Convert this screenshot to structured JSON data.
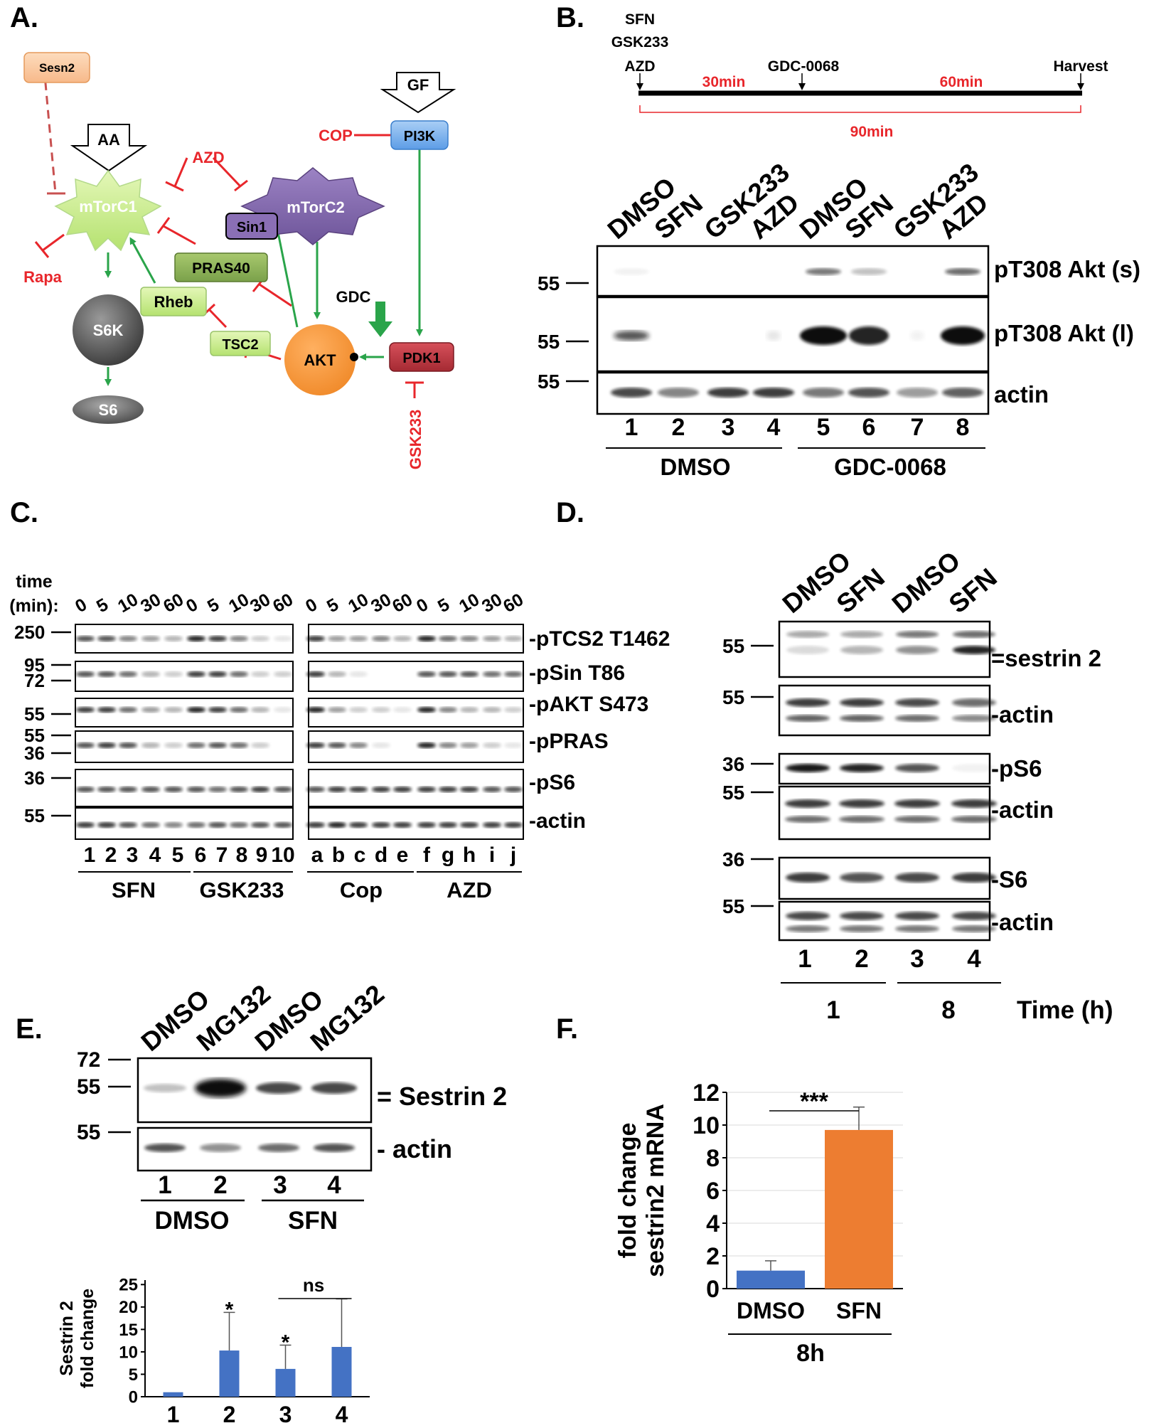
{
  "panels": {
    "A": {
      "label": "A.",
      "nodes": {
        "sesn2": "Sesn2",
        "aa": "AA",
        "gf": "GF",
        "azd": "AZD",
        "cop": "COP",
        "pi3k": "PI3K",
        "mtorc1": "mTorC1",
        "mtorc2": "mTorC2",
        "sin1": "Sin1",
        "rapa": "Rapa",
        "pras40": "PRAS40",
        "gdc": "GDC",
        "rheb": "Rheb",
        "s6k": "S6K",
        "tsc2": "TSC2",
        "akt": "AKT",
        "pdk1": "PDK1",
        "s6": "S6",
        "gsk233": "GSK233"
      },
      "colors": {
        "activation": "#2aa44a",
        "inhibition": "#e8262b",
        "label_red": "#e8262b"
      }
    },
    "B": {
      "label": "B.",
      "timeline": {
        "start_labels": [
          "SFN",
          "GSK233",
          "AZD"
        ],
        "mid_label": "GDC-0068",
        "end_label": "Harvest",
        "seg1": "30min",
        "seg2": "60min",
        "total": "90min"
      },
      "lanes": [
        "DMSO",
        "SFN",
        "GSK233",
        "AZD",
        "DMSO",
        "SFN",
        "GSK233",
        "AZD"
      ],
      "lane_numbers": [
        "1",
        "2",
        "3",
        "4",
        "5",
        "6",
        "7",
        "8"
      ],
      "blots": [
        "pT308 Akt (s)",
        "pT308 Akt (l)",
        "actin"
      ],
      "mw": [
        "55",
        "55",
        "55"
      ],
      "groups": [
        "DMSO",
        "GDC-0068"
      ]
    },
    "C": {
      "label": "C.",
      "time_label_1": "time",
      "time_label_2": "(min):",
      "timepoints": [
        "0",
        "5",
        "10",
        "30",
        "60",
        "0",
        "5",
        "10",
        "30",
        "60"
      ],
      "blots": [
        "-pTCS2 T1462",
        "-pSin T86",
        "-pAKT S473",
        "-pPRAS",
        "-pS6",
        "-actin"
      ],
      "mw": [
        "250",
        "95",
        "72",
        "55",
        "55",
        "36",
        "36",
        "55"
      ],
      "lanes_left": [
        "1",
        "2",
        "3",
        "4",
        "5",
        "6",
        "7",
        "8",
        "9",
        "10"
      ],
      "lanes_right": [
        "a",
        "b",
        "c",
        "d",
        "e",
        "f",
        "g",
        "h",
        "i",
        "j"
      ],
      "groups": [
        "SFN",
        "GSK233",
        "Cop",
        "AZD"
      ]
    },
    "D": {
      "label": "D.",
      "lanes": [
        "DMSO",
        "SFN",
        "DMSO",
        "SFN"
      ],
      "blots": [
        "=sestrin 2",
        "-actin",
        "-pS6",
        "-actin",
        "-S6",
        "-actin"
      ],
      "mw": [
        "55",
        "55",
        "36",
        "55",
        "36",
        "55"
      ],
      "lane_numbers": [
        "1",
        "2",
        "3",
        "4"
      ],
      "groups": [
        "1",
        "8"
      ],
      "time_label": "Time (h)"
    },
    "E": {
      "label": "E.",
      "lanes": [
        "DMSO",
        "MG132",
        "DMSO",
        "MG132"
      ],
      "blots": [
        "= Sestrin 2",
        "- actin"
      ],
      "mw": [
        "72",
        "55",
        "55"
      ],
      "lane_numbers": [
        "1",
        "2",
        "3",
        "4"
      ],
      "groups": [
        "DMSO",
        "SFN"
      ],
      "sig_star": "*",
      "sig_ns": "ns"
    },
    "F": {
      "label": "F.",
      "sig": "***",
      "group": "8h"
    }
  },
  "chart_data": [
    {
      "type": "bar",
      "panel": "E",
      "categories": [
        "1",
        "2",
        "3",
        "4"
      ],
      "values": [
        1.0,
        10.3,
        6.2,
        11.1
      ],
      "errors": [
        0,
        8.5,
        5.3,
        10.7
      ],
      "ylabel": "Sestrin 2 fold change",
      "yticks": [
        0,
        5,
        10,
        15,
        20,
        25
      ],
      "ylim": [
        0,
        26
      ],
      "color": "#4472c4"
    },
    {
      "type": "bar",
      "panel": "F",
      "categories": [
        "DMSO",
        "SFN"
      ],
      "values": [
        1.1,
        9.7
      ],
      "errors": [
        0.6,
        1.4
      ],
      "ylabel": "fold change sestrin2 mRNA",
      "yticks": [
        0,
        2,
        4,
        6,
        8,
        10,
        12
      ],
      "ylim": [
        0,
        12
      ],
      "colors": [
        "#4472c4",
        "#ed7d31"
      ],
      "grid": true
    }
  ]
}
